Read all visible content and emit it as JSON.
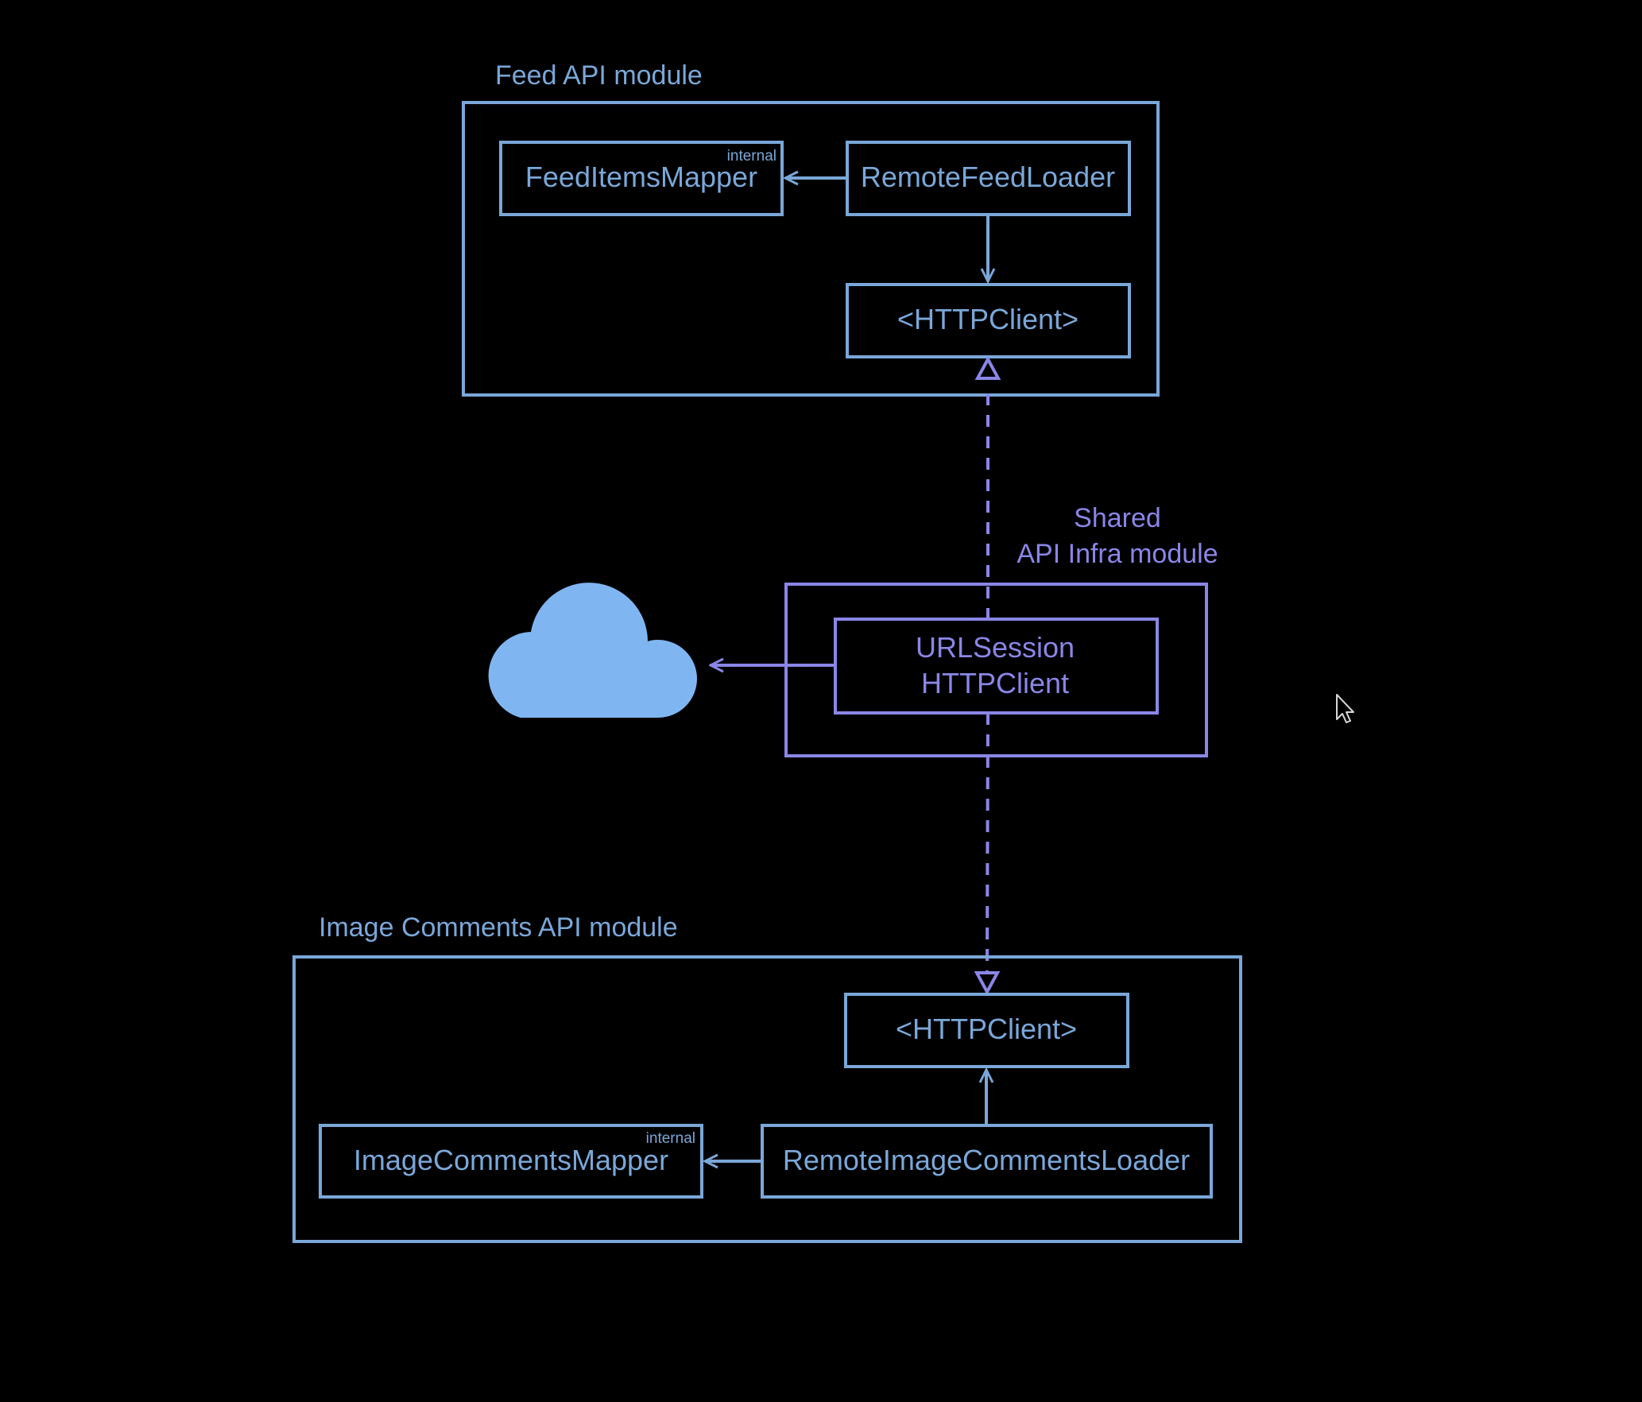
{
  "colors": {
    "background": "#000000",
    "module_blue": "#7aa7d8",
    "shared_purple": "#8a86e6",
    "cloud_fill": "#7fb6f2"
  },
  "modules": {
    "feed_api": {
      "title": "Feed API module",
      "mapper": {
        "label": "FeedItemsMapper",
        "tag": "internal"
      },
      "loader": {
        "label": "RemoteFeedLoader"
      },
      "client": {
        "label": "<HTTPClient>"
      }
    },
    "shared_infra": {
      "title_line1": "Shared",
      "title_line2": "API Infra module",
      "session": {
        "label_line1": "URLSession",
        "label_line2": "HTTPClient"
      }
    },
    "image_comments_api": {
      "title": "Image Comments API module",
      "client": {
        "label": "<HTTPClient>"
      },
      "mapper": {
        "label": "ImageCommentsMapper",
        "tag": "internal"
      },
      "loader": {
        "label": "RemoteImageCommentsLoader"
      }
    }
  },
  "icons": {
    "cloud": "cloud-icon",
    "cursor": "mouse-pointer-icon"
  }
}
